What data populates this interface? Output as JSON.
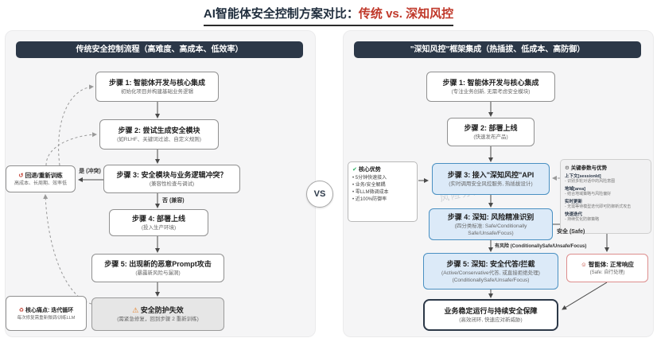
{
  "title": {
    "prefix": "AI智能体安全控制方案对比：",
    "highlight": "传统 vs. 深知风控"
  },
  "vs_label": "VS",
  "watermark": "风险分类判断",
  "colors": {
    "accent_red": "#c0392b",
    "header_navy": "#2c3848",
    "highlight_border": "#4a90c2",
    "highlight_bg": "#dceaf8"
  },
  "left_panel": {
    "header": "传统安全控制流程（高难度、高成本、低效率）",
    "step1": {
      "title": "步骤 1: 智能体开发与核心集成",
      "desc": "初始化项目并构建基础业务逻辑"
    },
    "step2": {
      "title": "步骤 2: 尝试生成安全模块",
      "desc": "(如RLHF、关键词过滤、自定义规则)"
    },
    "step3": {
      "title": "步骤 3: 安全模块与业务逻辑冲突？",
      "desc": "(兼容性检查与调试)"
    },
    "step4": {
      "title": "步骤 4: 部署上线",
      "desc": "(投入生产环境)"
    },
    "step5": {
      "title": "步骤 5: 出现新的恶意Prompt攻击",
      "desc": "(暴露新风险与漏洞)"
    },
    "rollback": {
      "icon": "↺",
      "title": "回退/重新训练",
      "desc": "高成本、长周期、效率低"
    },
    "fail": {
      "icon": "⚠",
      "title": "安全防护失效",
      "desc": "(需紧急修复，回到步骤 2 重新训练)"
    },
    "painpoint": {
      "icon": "♻",
      "title": "核心痛点: 迭代循环",
      "desc": "每次修复需重新微调/训练LLM"
    },
    "label_conflict": "是 (冲突)",
    "label_compatible": "否 (兼容)"
  },
  "right_panel": {
    "header": "\"深知风控\"框架集成（热插拔、低成本、高防御）",
    "step1": {
      "title": "步骤 1: 智能体开发与核心集成",
      "desc": "(专注业务创新, 无需考虑安全模块)"
    },
    "step2": {
      "title": "步骤 2: 部署上线",
      "desc": "(快速发布产品)"
    },
    "step3": {
      "title": "步骤 3: 接入\"深知风控\"API",
      "desc": "(实时调用安全风控服务, 热插拔设计)"
    },
    "step4": {
      "title": "步骤 4: 深知: 风险精准识别",
      "desc": "(四分类标准: Safe/Conditionally Safe/Unsafe/Focus)"
    },
    "step5": {
      "title": "步骤 5: 深知: 安全代答/拦截",
      "desc1": "(Active/Conservative代答, 或直接拒绝处理)",
      "desc2": "(ConditionallySafe/Unsafe/Focus)"
    },
    "advantages": {
      "icon": "✔",
      "title": "核心优势",
      "items": [
        "5分钟快速接入",
        "业务/安全解耦",
        "零LLM微调成本",
        "近100%防御率"
      ]
    },
    "params": {
      "icon": "⚙",
      "title": "关键参数与优势",
      "items": [
        {
          "term": "上下文[sessionId]",
          "desc": "识别多轮对话中的风险意图"
        },
        {
          "term": "地域[area]",
          "desc": "结合地域策略与风险偏好"
        },
        {
          "term": "实时更新",
          "desc": "无需等待模型迭代即可防御新式攻击"
        },
        {
          "term": "快速迭代",
          "desc": "持续优化防御策略"
        }
      ]
    },
    "agent": {
      "icon": "☺",
      "title": "智能体: 正常响应",
      "desc": "(Safe: 自行处理)"
    },
    "final": {
      "title": "业务稳定运行与持续安全保障",
      "desc": "(高效闭环, 快速应对新威胁)"
    },
    "label_safe": "安全 (Safe)",
    "label_risky": "有风险 (ConditionallySafe/Unsafe/Focus)"
  }
}
